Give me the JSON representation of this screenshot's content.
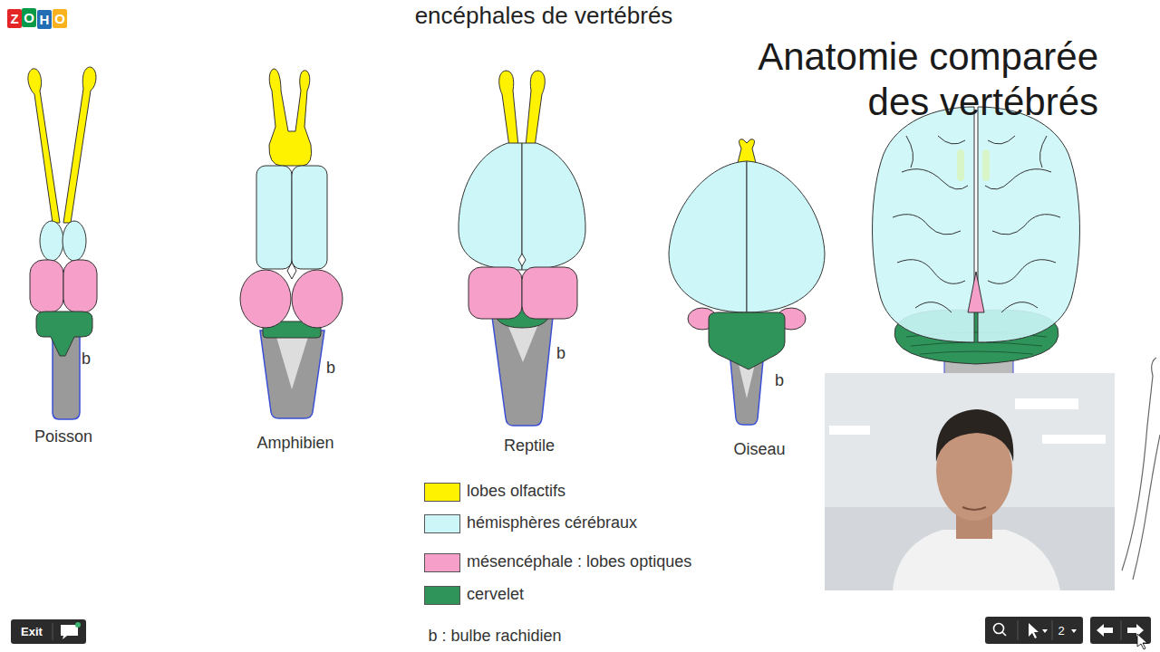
{
  "diagram": {
    "title": "encéphales de vertébrés",
    "nodes": [
      {
        "text": [
          "Z"
        ]
      },
      {
        "text": [
          "O"
        ]
      },
      {
        "text": [
          "H"
        ]
      },
      {
        "text": [
          "O"
        ]
      },
      {
        "text": [
          "Exit"
        ]
      },
      {
        "text": [
          "2"
        ]
      }
    ],
    "labels": [
      "Anatomie comparée des vertébrés",
      "Poisson",
      "b",
      "Amphibien",
      "b",
      "Reptile",
      "b",
      "Oiseau",
      "b",
      "b : bulbe rachidien"
    ],
    "legend": [
      {
        "text": "lobes olfactifs",
        "color": "#fff200"
      },
      {
        "text": "hémisphères cérébraux",
        "color": "#ccf6f8"
      },
      {
        "text": "mésencéphale : lobes optiques",
        "color": "#f59fc9"
      },
      {
        "text": "cervelet",
        "color": "#2e9459"
      }
    ]
  }
}
